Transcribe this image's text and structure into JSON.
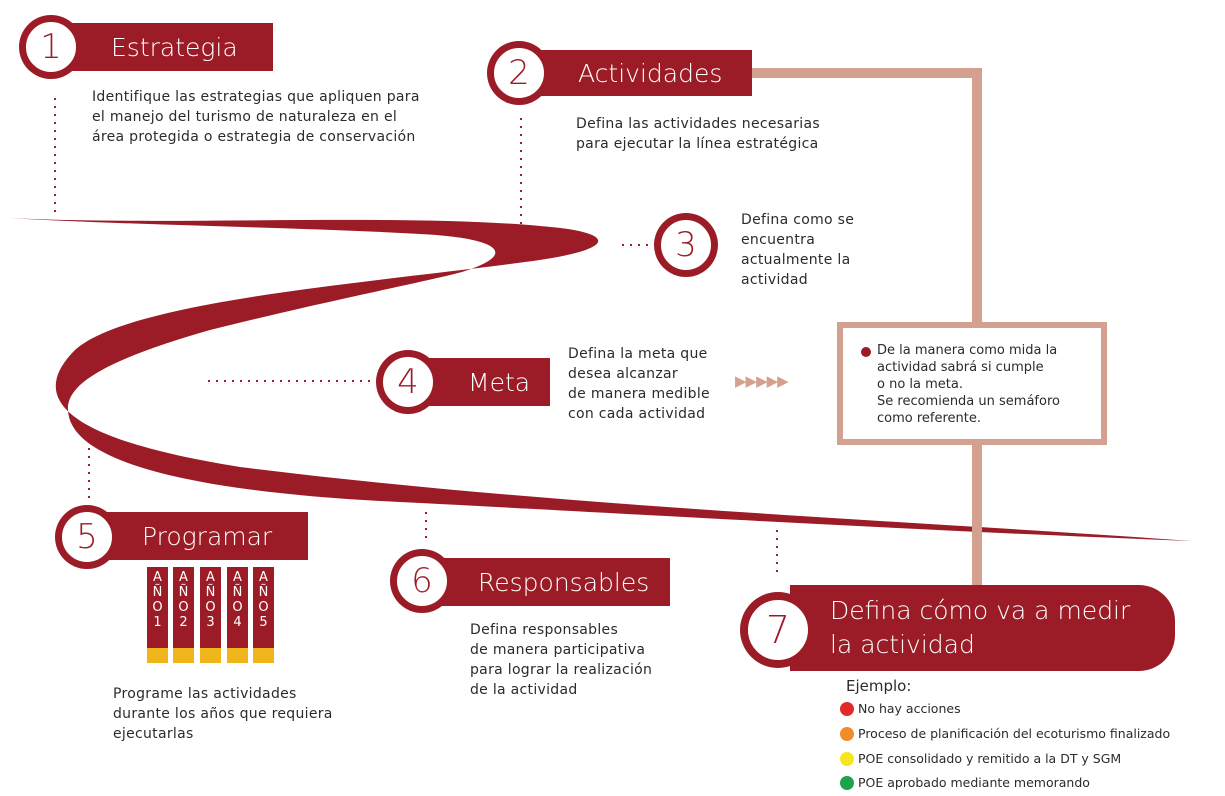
{
  "steps": [
    {
      "number": "1",
      "title": "Estrategia",
      "description": "Identifique las estrategias que apliquen para\nel manejo del turismo de naturaleza en el\nárea protegida o estrategia de conservación"
    },
    {
      "number": "2",
      "title": "Actividades",
      "description": "Defina las actividades necesarias\npara ejecutar la línea estratégica"
    },
    {
      "number": "3",
      "title": "",
      "description": "Defina como se\nencuentra\nactualmente la\nactividad"
    },
    {
      "number": "4",
      "title": "Meta",
      "description": "Defina la meta que\ndesea alcanzar\nde manera medible\ncon cada actividad"
    },
    {
      "number": "5",
      "title": "Programar",
      "description": "Programe las actividades\ndurante los años que requiera\nejecutarlas"
    },
    {
      "number": "6",
      "title": "Responsables",
      "description": "Defina responsables\nde manera participativa\npara lograr la realización\nde la actividad"
    },
    {
      "number": "7",
      "title": "Defina cómo va a medir\nla actividad",
      "description": ""
    }
  ],
  "years": [
    "A\nÑ\nO\n1",
    "A\nÑ\nO\n2",
    "A\nÑ\nO\n3",
    "A\nÑ\nO\n4",
    "A\nÑ\nO\n5"
  ],
  "measure_box": "De la manera como mida la\nactividad sabrá si cumple\no no la meta.\nSe recomienda un semáforo\ncomo referente.",
  "arrows": "▶▶▶▶▶",
  "example": {
    "title": "Ejemplo:",
    "items": [
      {
        "color": "#e32a2a",
        "label": "No hay acciones"
      },
      {
        "color": "#f28c28",
        "label": "Proceso de planificación del ecoturismo finalizado"
      },
      {
        "color": "#f5e61e",
        "label": "POE consolidado y remitido a la DT y SGM"
      },
      {
        "color": "#1fa34a",
        "label": "POE aprobado mediante memorando"
      }
    ]
  },
  "colors": {
    "primary": "#9b1c27",
    "connector": "#d4a190",
    "year_base": "#f0b51b"
  }
}
